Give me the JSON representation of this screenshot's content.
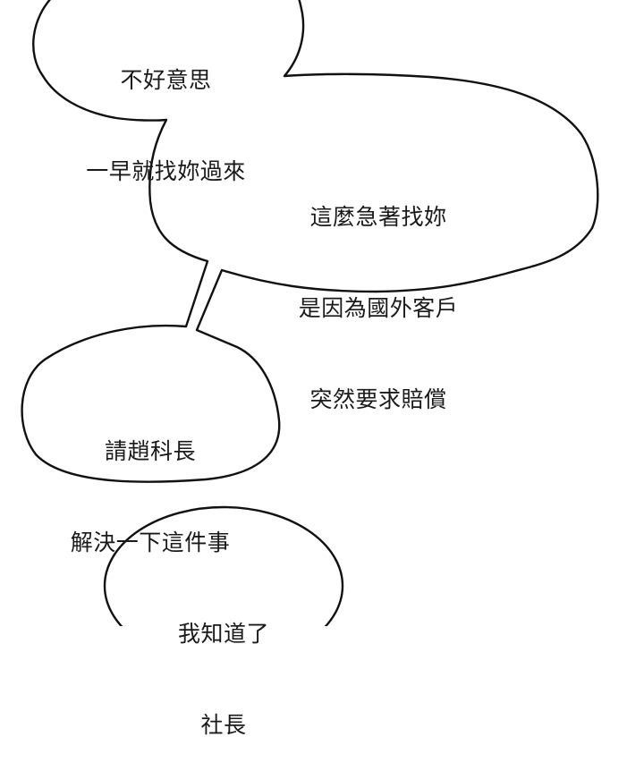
{
  "panel": {
    "background": "#ffffff",
    "outline_color": "#111111",
    "text_color": "#1a1a1a"
  },
  "bubbles": [
    {
      "lines": [
        "不好意思",
        "一早就找妳過來"
      ]
    },
    {
      "lines": [
        "這麼急著找妳",
        "是因為國外客戶",
        "突然要求賠償"
      ]
    },
    {
      "lines": [
        "請趙科長",
        "解決一下這件事"
      ]
    },
    {
      "lines": [
        "我知道了",
        "社長"
      ]
    }
  ]
}
